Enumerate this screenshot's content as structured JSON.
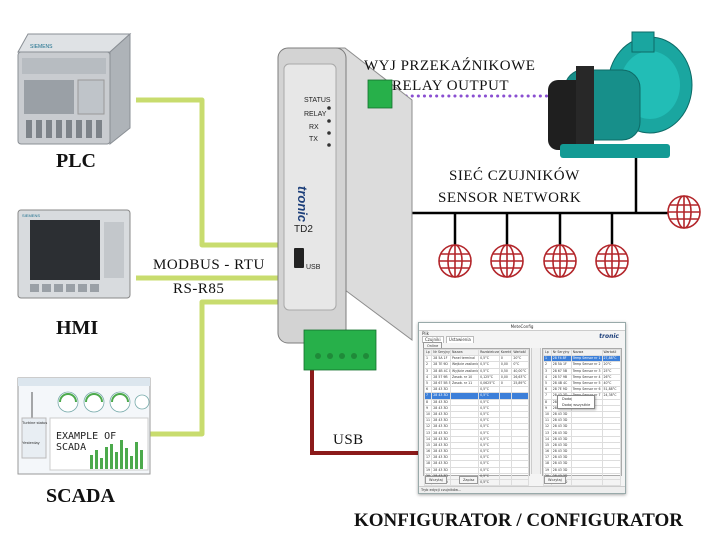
{
  "devices": {
    "plc_label": "PLC",
    "hmi_label": "HMI",
    "scada_label": "SCADA",
    "scada_example": "EXAMPLE OF SCADA",
    "scada_panel_title": "Turbine status",
    "scada_yesterday": "Yesterday",
    "brand_plc": "SIEMENS",
    "brand_hmi": "SIEMENS"
  },
  "module": {
    "led_labels": [
      "STATUS",
      "RELAY",
      "RX",
      "TX"
    ],
    "brand": "tronic",
    "model": "TD2",
    "port_label": "USB"
  },
  "connections": {
    "modbus_line1": "MODBUS - RTU",
    "modbus_line2": "RS-R85",
    "relay_line1": "WYJ PRZEKAŹNIKOWE",
    "relay_line2": "RELAY OUTPUT",
    "sensor_line1": "SIEĆ CZUJNIKÓW",
    "sensor_line2": "SENSOR NETWORK",
    "usb_label": "USB",
    "configurator_label": "KONFIGURATOR / CONFIGURATOR"
  },
  "configurator": {
    "window_title": "MeteConfig",
    "menu": "Plik",
    "tabs": [
      "Czujniki",
      "Ustawienia"
    ],
    "online_button": "Online",
    "logo": "tronic",
    "left_headers": [
      "Lp",
      "Nr Seryjny",
      "Nazwa",
      "Rozdzielczość",
      "Korekta",
      "Wartość"
    ],
    "left_rows": [
      [
        "1",
        "28 5A 1F",
        "Panel terminal",
        "0,5°C",
        "0",
        "20°C"
      ],
      [
        "2",
        "28 7E 9D",
        "Wejście zasilania",
        "0,5°C",
        "0,00",
        "0°C"
      ],
      [
        "3",
        "28 4B 4C 0",
        "Wyjście zasilania",
        "0,5°C",
        "0,50",
        "40,00°C"
      ],
      [
        "4",
        "28 57 9B",
        "Zasob. nr 10",
        "0,125°C",
        "0,00",
        "26,63°C"
      ],
      [
        "5",
        "28 67 5B 5",
        "Zasob. nr 11",
        "0,0625°C",
        "0",
        "25,89°C"
      ],
      [
        "6",
        "28 43 3D",
        "",
        "0,5°C",
        "",
        ""
      ],
      [
        "7",
        "28 43 3D",
        "",
        "0,5°C",
        "",
        ""
      ],
      [
        "8",
        "28 43 3D",
        "",
        "0,5°C",
        "",
        ""
      ],
      [
        "9",
        "28 43 3D",
        "",
        "0,5°C",
        "",
        ""
      ],
      [
        "10",
        "28 43 3D",
        "",
        "0,5°C",
        "",
        ""
      ],
      [
        "11",
        "28 43 3D",
        "",
        "0,5°C",
        "",
        ""
      ],
      [
        "12",
        "28 43 3D",
        "",
        "0,5°C",
        "",
        ""
      ],
      [
        "13",
        "28 43 3D",
        "",
        "0,5°C",
        "",
        ""
      ],
      [
        "14",
        "28 43 3D",
        "",
        "0,5°C",
        "",
        ""
      ],
      [
        "15",
        "28 43 3D",
        "",
        "0,5°C",
        "",
        ""
      ],
      [
        "16",
        "28 43 3D",
        "",
        "0,5°C",
        "",
        ""
      ],
      [
        "17",
        "28 43 3D",
        "",
        "0,5°C",
        "",
        ""
      ],
      [
        "18",
        "28 43 3D",
        "",
        "0,5°C",
        "",
        ""
      ],
      [
        "19",
        "28 43 3D",
        "",
        "0,5°C",
        "",
        ""
      ],
      [
        "20",
        "28 43 3D",
        "",
        "0,5°C",
        "",
        ""
      ],
      [
        "21",
        "28 43 3D",
        "",
        "0,5°C",
        "",
        ""
      ]
    ],
    "left_selected": 6,
    "right_headers": [
      "Lp",
      "Nr Seryjny",
      "Nazwa",
      "Wartość"
    ],
    "right_rows": [
      [
        "1",
        "28 F4 8F",
        "Temp Sensor nr 1",
        "27,88°C"
      ],
      [
        "2",
        "28 5A 1F",
        "Temp Sensor nr 2",
        "20°C"
      ],
      [
        "3",
        "28 67 5B",
        "Temp Sensor nr 3",
        "25°C"
      ],
      [
        "4",
        "28 57 9B",
        "Temp Sensor nr 4",
        "26°C"
      ],
      [
        "5",
        "28 4B 4C",
        "Temp Sensor nr 5",
        "40°C"
      ],
      [
        "6",
        "28 7E 9D",
        "Temp Sensor nr 6",
        "51,88°C"
      ],
      [
        "7",
        "28 43 3D",
        "Temp Sensor nr 7",
        "24,38°C"
      ],
      [
        "8",
        "28 43 3D",
        "",
        ""
      ],
      [
        "9",
        "28 43 3D",
        "",
        ""
      ],
      [
        "10",
        "28 43 3D",
        "",
        ""
      ],
      [
        "11",
        "28 43 3D",
        "",
        ""
      ],
      [
        "12",
        "28 43 3D",
        "",
        ""
      ],
      [
        "13",
        "28 43 3D",
        "",
        ""
      ],
      [
        "14",
        "28 43 3D",
        "",
        ""
      ],
      [
        "15",
        "28 43 3D",
        "",
        ""
      ],
      [
        "16",
        "28 43 3D",
        "",
        ""
      ],
      [
        "17",
        "28 43 3D",
        "",
        ""
      ],
      [
        "18",
        "28 43 3D",
        "",
        ""
      ],
      [
        "19",
        "28 43 3D",
        "",
        ""
      ],
      [
        "20",
        "28 43 3D",
        "",
        ""
      ],
      [
        "21",
        "28 43 3D",
        "",
        ""
      ]
    ],
    "right_selected": 0,
    "context_menu": [
      "Dodaj",
      "Dodaj wszystkie"
    ],
    "button_save": "Wczytaj",
    "button_write": "Zapisz",
    "button_read": "Wczytaj",
    "status": "Tryb edycji czujników..."
  },
  "colors": {
    "rs485_wire": "#c8dc6e",
    "sensor_bus": "#000000",
    "relay_link": "#8a4fd1",
    "usb_wire": "#8b1a1a",
    "sensor_icon": "#b3262b",
    "pump": "#1aa6a0"
  }
}
